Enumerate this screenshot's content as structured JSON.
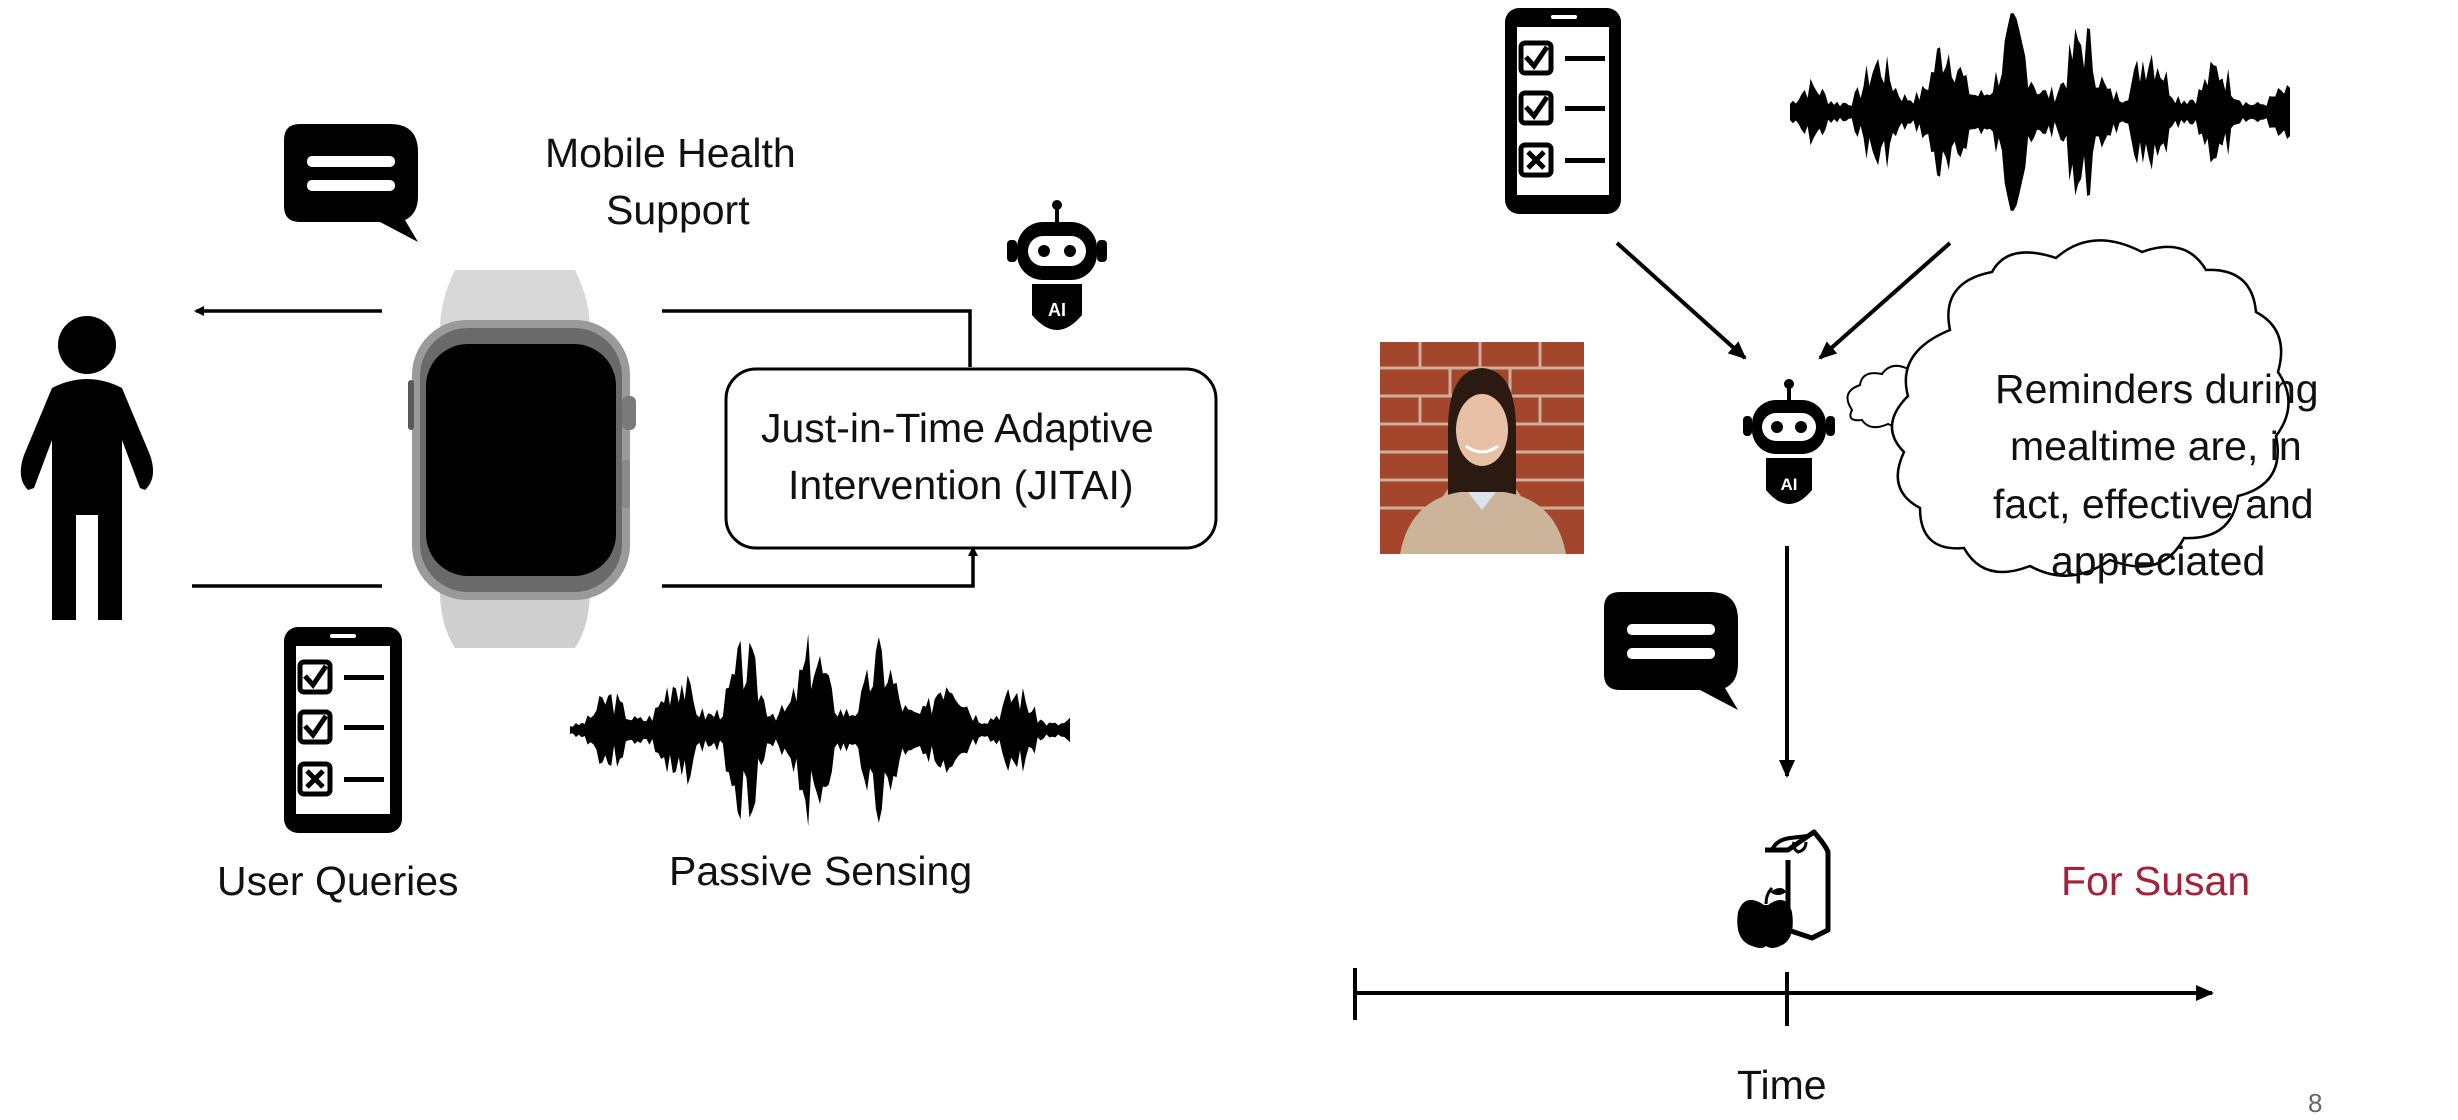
{
  "left_panel": {
    "title_line1": "Mobile Health",
    "title_line2": "Support",
    "jitai_line1": "Just-in-Time Adaptive",
    "jitai_line2": "Intervention (JITAI)",
    "user_queries_label": "User Queries",
    "passive_sensing_label": "Passive Sensing",
    "ai_badge_text": "AI"
  },
  "right_panel": {
    "thought_line1": "Reminders during",
    "thought_line2": "mealtime are, in",
    "thought_line3": "fact, effective and",
    "thought_line4": "appreciated",
    "for_user_label": "For Susan",
    "time_axis_label": "Time",
    "ai_badge_text": "AI"
  },
  "slide_number": "8",
  "colors": {
    "accent_red": "#a3223a",
    "stroke": "#000000"
  },
  "icons": [
    "person-icon",
    "chat-bubble-icon",
    "smartwatch-icon",
    "robot-ai-icon",
    "checklist-phone-icon",
    "waveform-icon",
    "lunch-bag-icon",
    "thought-cloud-icon",
    "user-photo"
  ]
}
